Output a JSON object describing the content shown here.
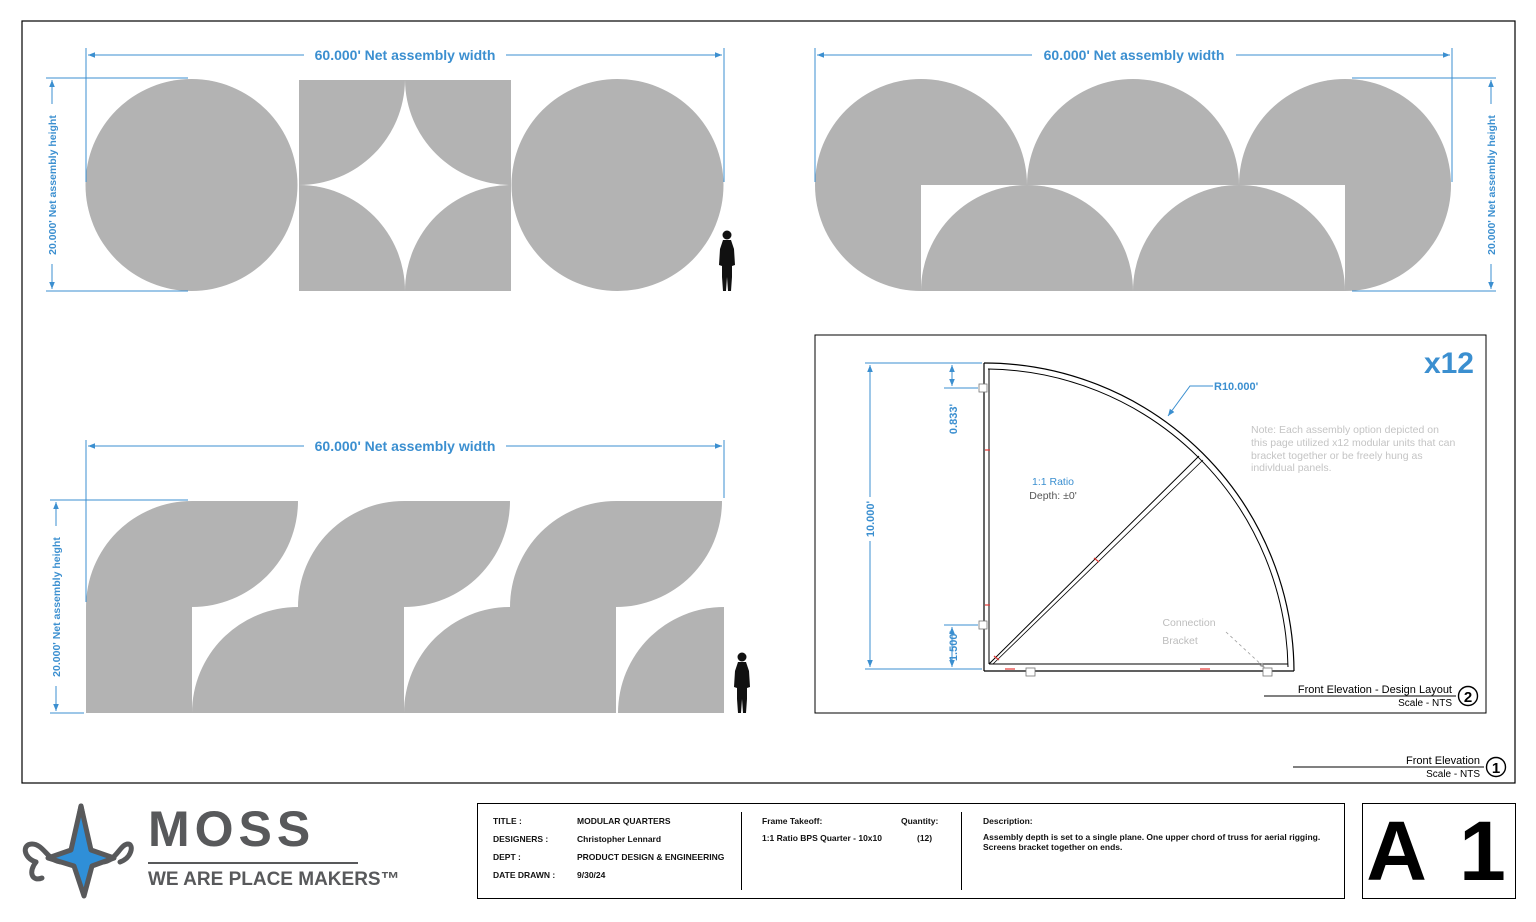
{
  "drawing": {
    "width_label": "60.000' Net assembly width",
    "height_label": "20.000' Net assembly height",
    "colors": {
      "panel": "#b3b3b3",
      "dimension": "#3b8fd0",
      "frame": "#000000",
      "bracket_mark": "#e53935"
    }
  },
  "detail": {
    "multiplier": "x12",
    "radius_label": "R10.000'",
    "dim_top": "0.833'",
    "dim_total": "10.000'",
    "dim_bottom": "1.500'",
    "ratio_label": "1:1 Ratio",
    "depth_label": "Depth: ±0'",
    "note_lines": [
      "Note: Each assembly option depicted on",
      "this page utilized x12 modular units that can",
      "bracket together or be freely hung as",
      "indivldual panels."
    ],
    "bracket_label_1": "Connection",
    "bracket_label_2": "Bracket",
    "view_title": "Front Elevation - Design Layout",
    "view_scale": "Scale - NTS",
    "view_number": "2"
  },
  "sheet_view": {
    "title": "Front Elevation",
    "scale": "Scale - NTS",
    "number": "1"
  },
  "title_block": {
    "title_label": "TITLE :",
    "title_value": "MODULAR QUARTERS",
    "designers_label": "DESIGNERS :",
    "designers_value": "Christopher Lennard",
    "dept_label": "DEPT :",
    "dept_value": "PRODUCT DESIGN & ENGINEERING",
    "date_label": "DATE DRAWN :",
    "date_value": "9/30/24",
    "frame_label": "Frame Takeoff:",
    "frame_value": "1:1 Ratio BPS Quarter - 10x10",
    "qty_label": "Quantity:",
    "qty_value": "(12)",
    "desc_label": "Description:",
    "desc_line1": "Assembly depth is set to a single plane. One upper chord of truss for aerial rigging.",
    "desc_line2": "Screens bracket together on ends."
  },
  "brand": {
    "name": "MOSS",
    "tagline": "WE ARE PLACE MAKERS™",
    "color": "#58595b",
    "accent": "#2f8fd8"
  },
  "sheet": {
    "number": "A 1"
  }
}
